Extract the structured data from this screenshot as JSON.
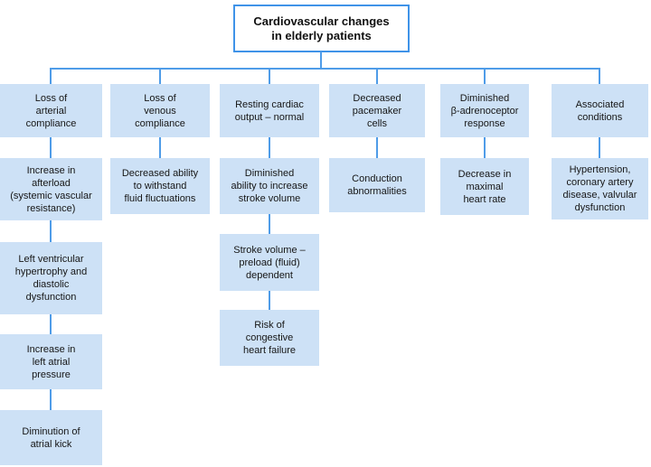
{
  "title": {
    "text": "Cardiovascular changes\nin elderly patients"
  },
  "colors": {
    "box_fill": "#cde1f6",
    "connector_line": "#4f9ce8",
    "title_border": "#3f93e8",
    "text": "#161616",
    "background": "#ffffff"
  },
  "columns": [
    {
      "name": "arterial-compliance",
      "boxes": [
        {
          "text": "Loss of\narterial\ncompliance"
        },
        {
          "text": "Increase in\nafterload\n(systemic vascular\nresistance)"
        },
        {
          "text": "Left ventricular\nhypertrophy and\ndiastolic\ndysfunction"
        },
        {
          "text": "Increase in\nleft atrial\npressure"
        },
        {
          "text": "Diminution of\natrial kick"
        }
      ]
    },
    {
      "name": "venous-compliance",
      "boxes": [
        {
          "text": "Loss of\nvenous\ncompliance"
        },
        {
          "text": "Decreased ability\nto withstand\nfluid fluctuations"
        }
      ]
    },
    {
      "name": "resting-cardiac-output",
      "boxes": [
        {
          "text": "Resting cardiac\noutput – normal"
        },
        {
          "text": "Diminished\nability to increase\nstroke volume"
        },
        {
          "text": "Stroke volume –\npreload (fluid)\ndependent"
        },
        {
          "text": "Risk of\ncongestive\nheart failure"
        }
      ]
    },
    {
      "name": "pacemaker-cells",
      "boxes": [
        {
          "text": "Decreased\npacemaker\ncells"
        },
        {
          "text": "Conduction\nabnormalities"
        }
      ]
    },
    {
      "name": "beta-adrenoceptor",
      "boxes": [
        {
          "text": "Diminished\nβ-adrenoceptor\nresponse"
        },
        {
          "text": "Decrease in\nmaximal\nheart rate"
        }
      ]
    },
    {
      "name": "associated-conditions",
      "boxes": [
        {
          "text": "Associated\nconditions"
        },
        {
          "text": "Hypertension,\ncoronary artery\ndisease, valvular\ndysfunction"
        }
      ]
    }
  ]
}
